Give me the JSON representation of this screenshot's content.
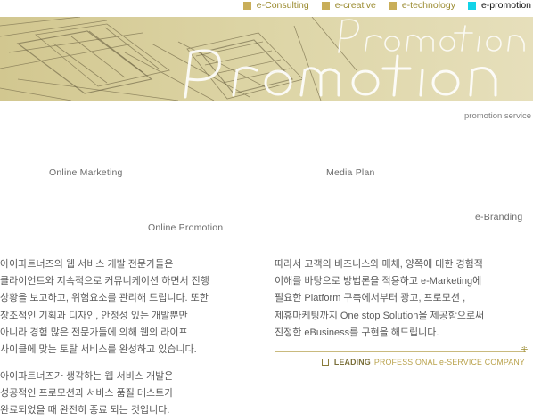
{
  "nav": {
    "items": [
      {
        "label": "e-Consulting"
      },
      {
        "label": "e-creative"
      },
      {
        "label": "e-technology"
      },
      {
        "label": "e-promotion"
      }
    ]
  },
  "banner": {
    "text_large": "Promotion",
    "text_small": "Promotion"
  },
  "service_caption": "promotion service",
  "labels": {
    "online_marketing": "Online Marketing",
    "media_plan": "Media Plan",
    "e_branding": "e-Branding",
    "online_promotion": "Online Promotion"
  },
  "left_text": {
    "p1": [
      "아이파트너즈의 웹 서비스 개발 전문가들은",
      "클라이언트와 지속적으로 커뮤니케이션 하면서 진행",
      "상황을 보고하고, 위험요소를 관리해 드립니다. 또한",
      "창조적인 기획과 디자인, 안정성 있는 개발뿐만",
      "아니라 경험 많은 전문가들에 의해 웹의 라이프",
      "사이클에 맞는 토탈 서비스를 완성하고 있습니다."
    ],
    "p2": [
      "아이파트너즈가 생각하는 웹 서비스 개발은",
      "성공적인 프로모션과 서비스 품질 테스트가",
      "완료되었을 때 완전히 종료 되는 것입니다."
    ]
  },
  "right_text": {
    "p1": [
      "따라서 고객의 비즈니스와 매체, 양쪽에 대한 경험적",
      "이해를 바탕으로 방법론을 적용하고 e-Marketing에",
      "필요한 Platform 구축에서부터 광고, 프로모션 ,",
      "제휴마케팅까지 One stop Solution을 제공함으로써",
      "진정한 eBusiness를 구현을 해드립니다."
    ]
  },
  "tagline": {
    "strong": "LEADING",
    "light": "PROFESSIONAL e-SERVICE COMPANY"
  },
  "colors": {
    "olive": "#c9ae59",
    "active": "#12d3e8",
    "banner_bg": "#d8cf9c"
  }
}
